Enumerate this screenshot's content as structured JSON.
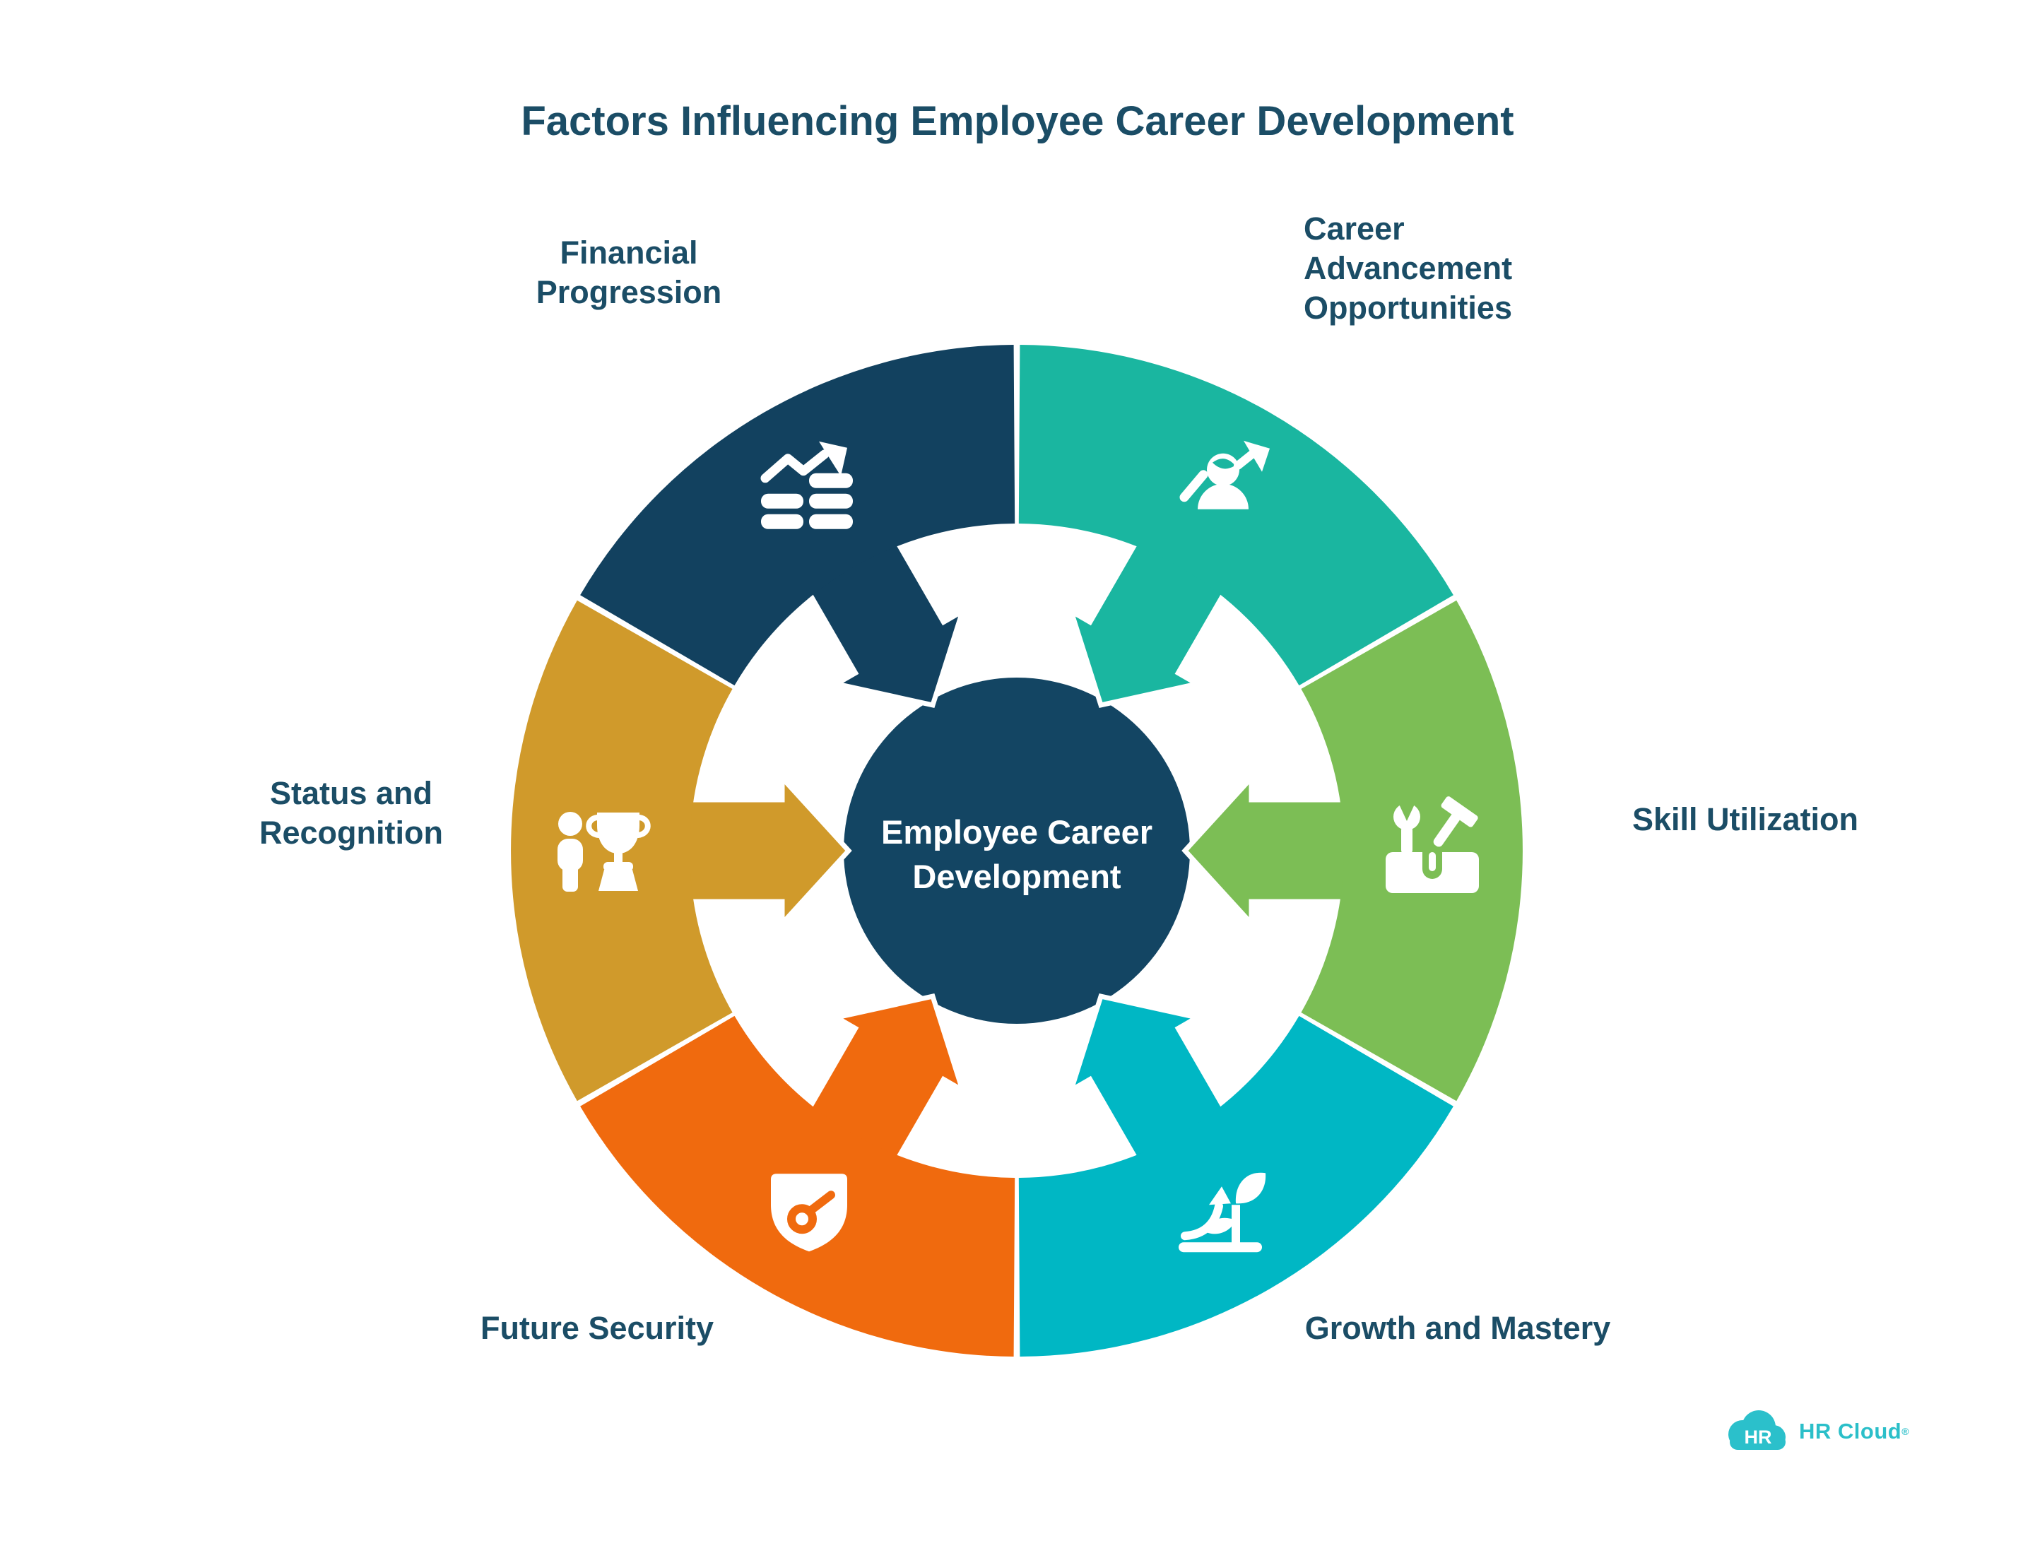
{
  "title": "Factors Influencing Employee Career Development",
  "center": {
    "label": "Employee Career\nDevelopment",
    "color": "#134563",
    "text_color": "#FFFFFF"
  },
  "wheel": {
    "separator_color": "#FFFFFF",
    "icon_color": "#FFFFFF",
    "factors": [
      {
        "id": "financial-progression",
        "label": "Financial\nProgression",
        "color": "#12415F",
        "icon": "financial-progression",
        "mid_angle": 330
      },
      {
        "id": "career-advancement",
        "label": "Career\nAdvancement\nOpportunities",
        "color": "#1AB6A0",
        "icon": "career-advancement",
        "mid_angle": 30
      },
      {
        "id": "skill-utilization",
        "label": "Skill Utilization",
        "color": "#7CBE55",
        "icon": "skill-utilization",
        "mid_angle": 90
      },
      {
        "id": "growth-mastery",
        "label": "Growth and Mastery",
        "color": "#00B7C4",
        "icon": "growth-mastery",
        "mid_angle": 150
      },
      {
        "id": "future-security",
        "label": "Future Security",
        "color": "#F06A0E",
        "icon": "future-security",
        "mid_angle": 210
      },
      {
        "id": "status-recognition",
        "label": "Status and\nRecognition",
        "color": "#D09A2B",
        "icon": "status-recognition",
        "mid_angle": 270
      }
    ]
  },
  "footer_logo": {
    "badge_text": "HR",
    "brand": "HR Cloud",
    "registered_mark": "®",
    "color": "#2BBFC9"
  },
  "text_color": "#1B4D66"
}
